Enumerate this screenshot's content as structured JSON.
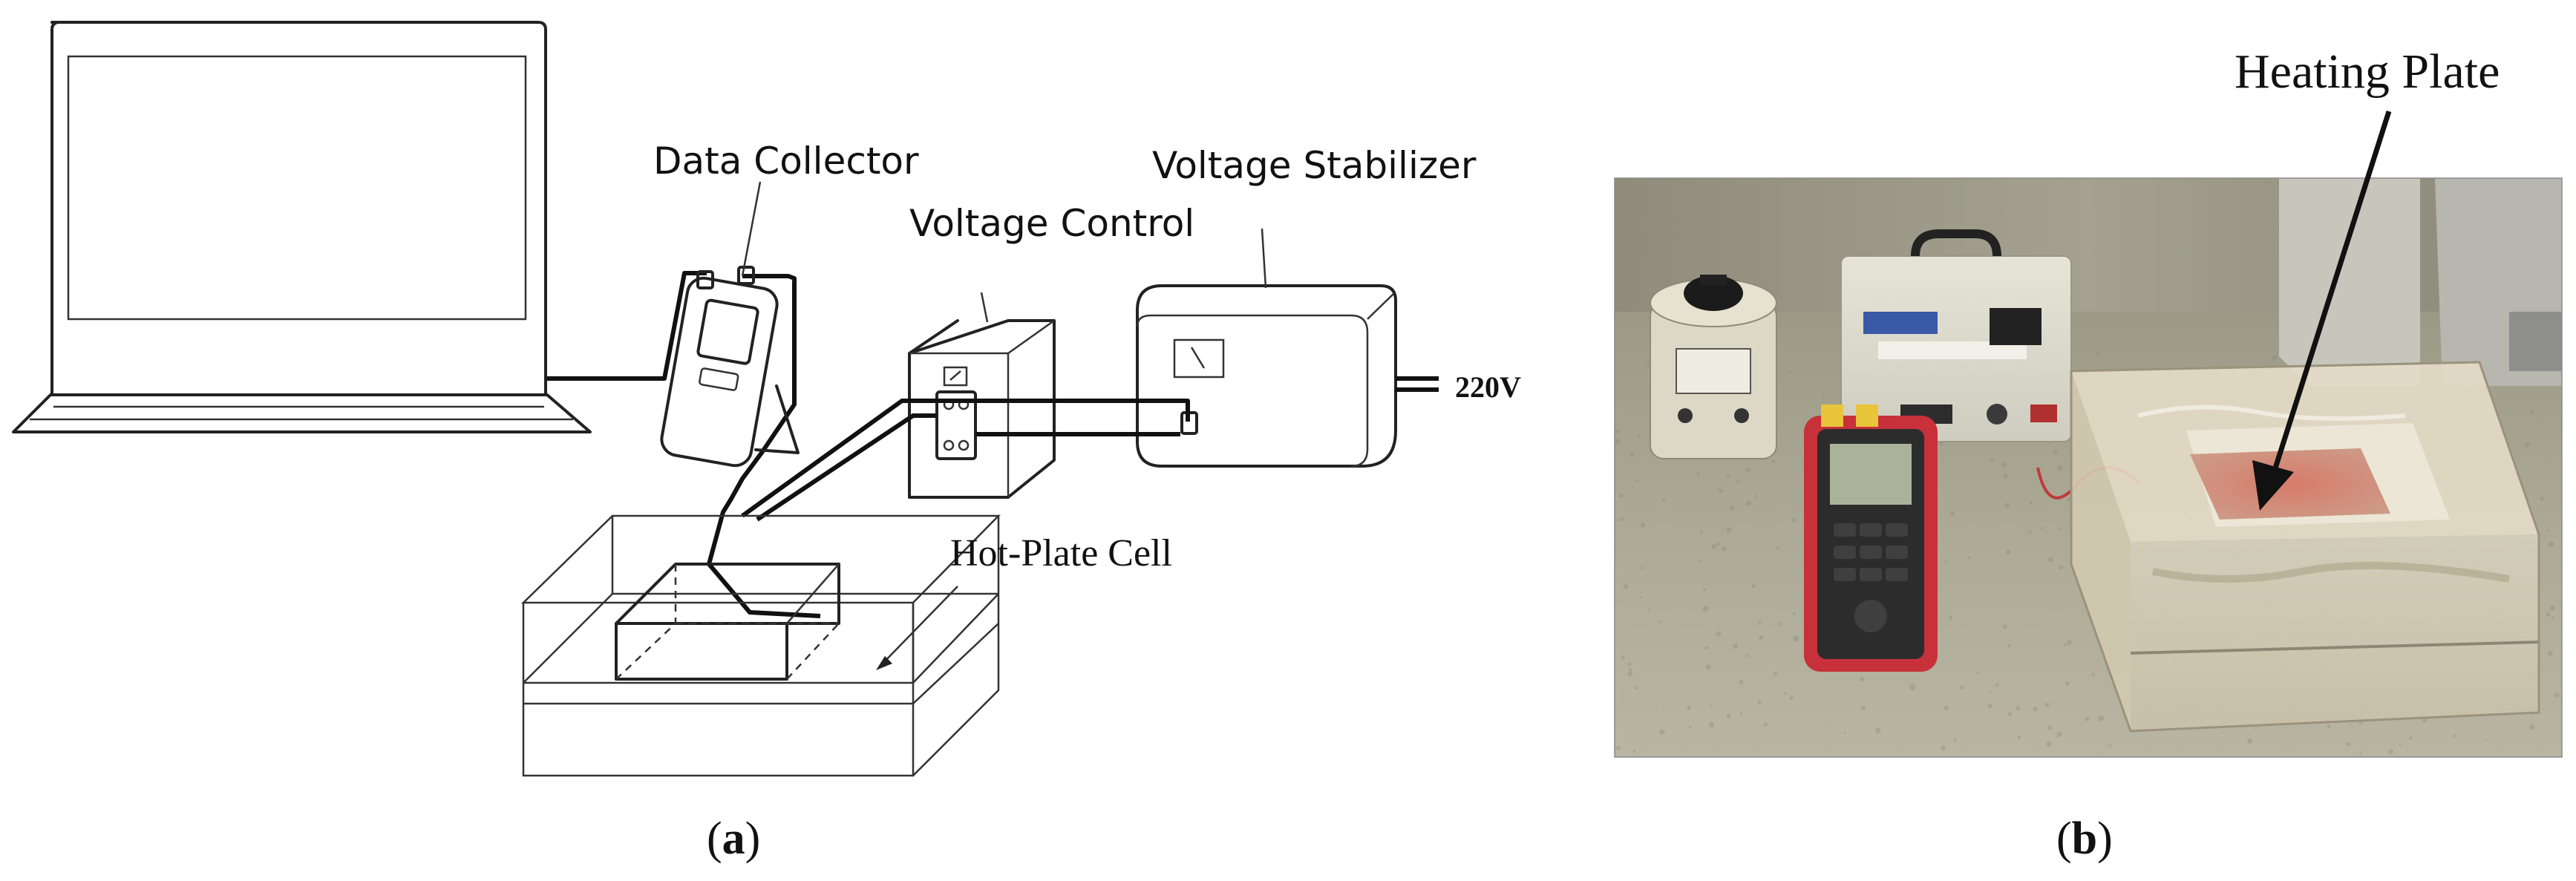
{
  "panel_a": {
    "labels": {
      "data_collector": "Data Collector",
      "voltage_stabilizer": "Voltage Stabilizer",
      "voltage_control": "Voltage Control",
      "supply_voltage": "220V",
      "hot_plate_cell": "Hot-Plate Cell"
    },
    "caption": {
      "open": "(",
      "letter": "a",
      "close": ")"
    }
  },
  "panel_b": {
    "labels": {
      "heating_plate": "Heating Plate"
    },
    "caption": {
      "open": "(",
      "letter": "b",
      "close": ")"
    }
  },
  "colors": {
    "line": "#222222",
    "bench": "#a7a48f",
    "meter_red": "#c8313a",
    "meter_screen": "#aab39a",
    "heating_plate": "#c96a5d",
    "insulation": "#e4dcc6"
  }
}
